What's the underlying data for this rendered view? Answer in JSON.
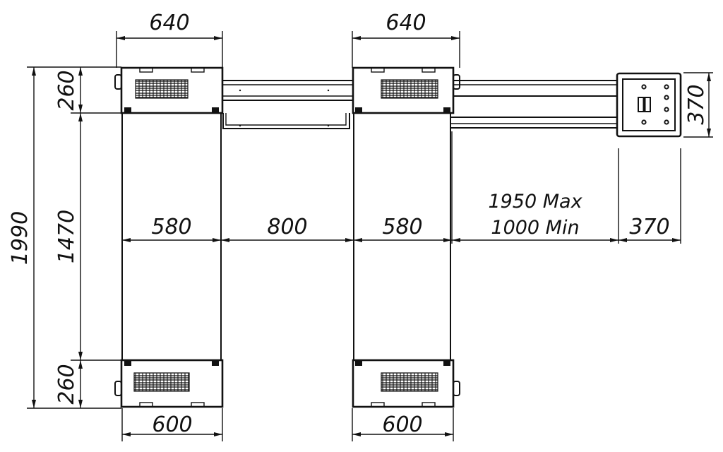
{
  "dimensions": {
    "top_left_width": "640",
    "top_right_width": "640",
    "bottom_left_width": "600",
    "bottom_right_width": "600",
    "left_ramp_width": "580",
    "gap": "800",
    "right_ramp_width": "580",
    "span_max": "1950 Max",
    "span_min": "1000 Min",
    "console_width": "370",
    "console_height": "370",
    "total_length": "1990",
    "ramp_length": "1470",
    "top_pad": "260",
    "bottom_pad": "260"
  }
}
